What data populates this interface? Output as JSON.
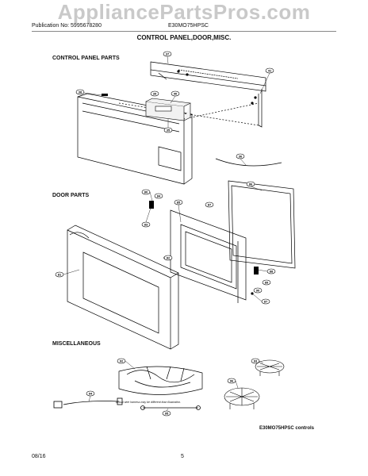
{
  "header": {
    "watermark": "AppliancePartsPros.com",
    "publication": "Publication No: 5995678280",
    "model": "E30MO75HPSC",
    "title": "CONTROL PANEL,DOOR,MISC."
  },
  "sections": {
    "control_panel": "CONTROL PANEL PARTS",
    "door": "DOOR PARTS",
    "misc": "MISCELLANEOUS"
  },
  "notes": {
    "harness": "Actual wire harness may be different than illustration.",
    "controls": "E30MO75HPSC controls"
  },
  "footer": {
    "date": "08/16",
    "page": "5"
  },
  "callouts": {
    "c37": "37",
    "c41": "41",
    "c38": "38",
    "c40": "40",
    "c39": "39",
    "c35": "35",
    "c36": "36",
    "c80": "80",
    "c84": "84",
    "c85": "85",
    "c86": "86",
    "c87": "87",
    "c83": "83",
    "c81": "81",
    "c82": "82",
    "c88": "88",
    "c89": "89",
    "c90": "90",
    "c92": "92",
    "c93": "93",
    "c94": "94",
    "c95": "95",
    "c96": "96"
  }
}
